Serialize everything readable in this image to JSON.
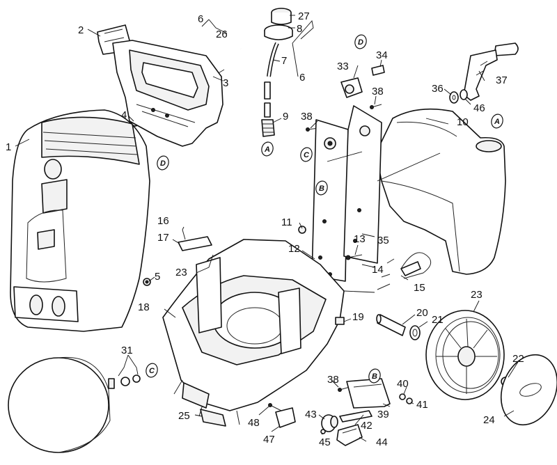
{
  "part_numbers": {
    "p1": "1",
    "p2": "2",
    "p3": "3",
    "p4": "4",
    "p5": "5",
    "p6a": "6",
    "p6b": "6",
    "p7": "7",
    "p8": "8",
    "p9": "9",
    "p10": "10",
    "p11": "11",
    "p12": "12",
    "p13": "13",
    "p14": "14",
    "p15": "15",
    "p16": "16",
    "p17": "17",
    "p18": "18",
    "p19": "19",
    "p20": "20",
    "p21": "21",
    "p22": "22",
    "p23a": "23",
    "p23b": "23",
    "p24": "24",
    "p25": "25",
    "p26": "26",
    "p27": "27",
    "p31": "31",
    "p33": "33",
    "p34": "34",
    "p35": "35",
    "p36": "36",
    "p37": "37",
    "p38a": "38",
    "p38b": "38",
    "p38c": "38",
    "p39": "39",
    "p40": "40",
    "p41": "41",
    "p42": "42",
    "p43": "43",
    "p44": "44",
    "p45": "45",
    "p46": "46",
    "p47": "47",
    "p48": "48"
  },
  "reference_markers": {
    "a1": "A",
    "a2": "A",
    "b1": "B",
    "b2": "B",
    "c1": "C",
    "c2": "C",
    "d1": "D",
    "d2": "D"
  },
  "style": {
    "line_color": "#111111",
    "fill_color": "#ffffff",
    "shade_color": "#f2f2f2"
  }
}
